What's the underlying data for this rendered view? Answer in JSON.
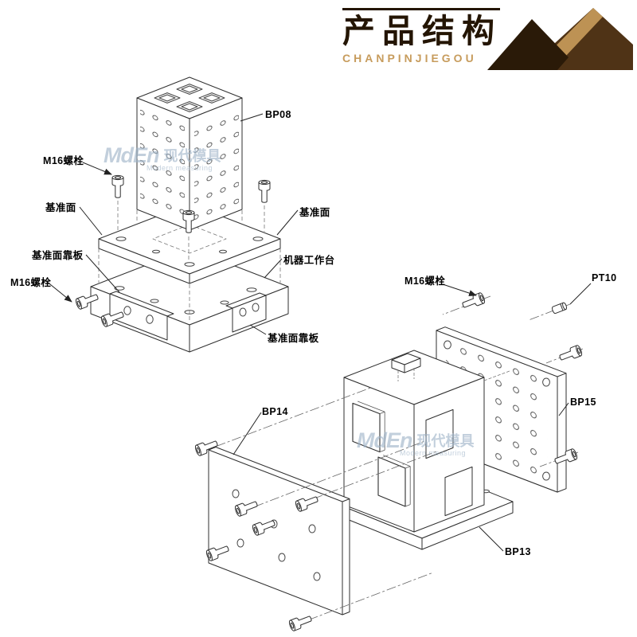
{
  "header": {
    "title": "产品结构",
    "subtitle": "CHANPINJIEGOU",
    "colors": {
      "title": "#241503",
      "subtitle": "#c79c5d",
      "mountain_dark": "#2a1a08",
      "mountain_mid": "#4f3316",
      "mountain_light": "#bd9254"
    }
  },
  "watermark": {
    "brand": "MdEn",
    "brand_cn": "现代模具",
    "tagline": "Modern measuring",
    "color": "#9db3c8"
  },
  "top_assembly": {
    "labels": {
      "bp08": "BP08",
      "m16_top": "M16螺栓",
      "datum_left": "基准面",
      "datum_right": "基准面",
      "backing_plate_left": "基准面靠板",
      "worktable": "机器工作台",
      "m16_left": "M16螺栓",
      "backing_plate_bottom": "基准面靠板"
    }
  },
  "bottom_assembly": {
    "labels": {
      "m16": "M16螺栓",
      "pt10": "PT10",
      "bp15": "BP15",
      "bp14": "BP14",
      "bp13": "BP13"
    }
  }
}
